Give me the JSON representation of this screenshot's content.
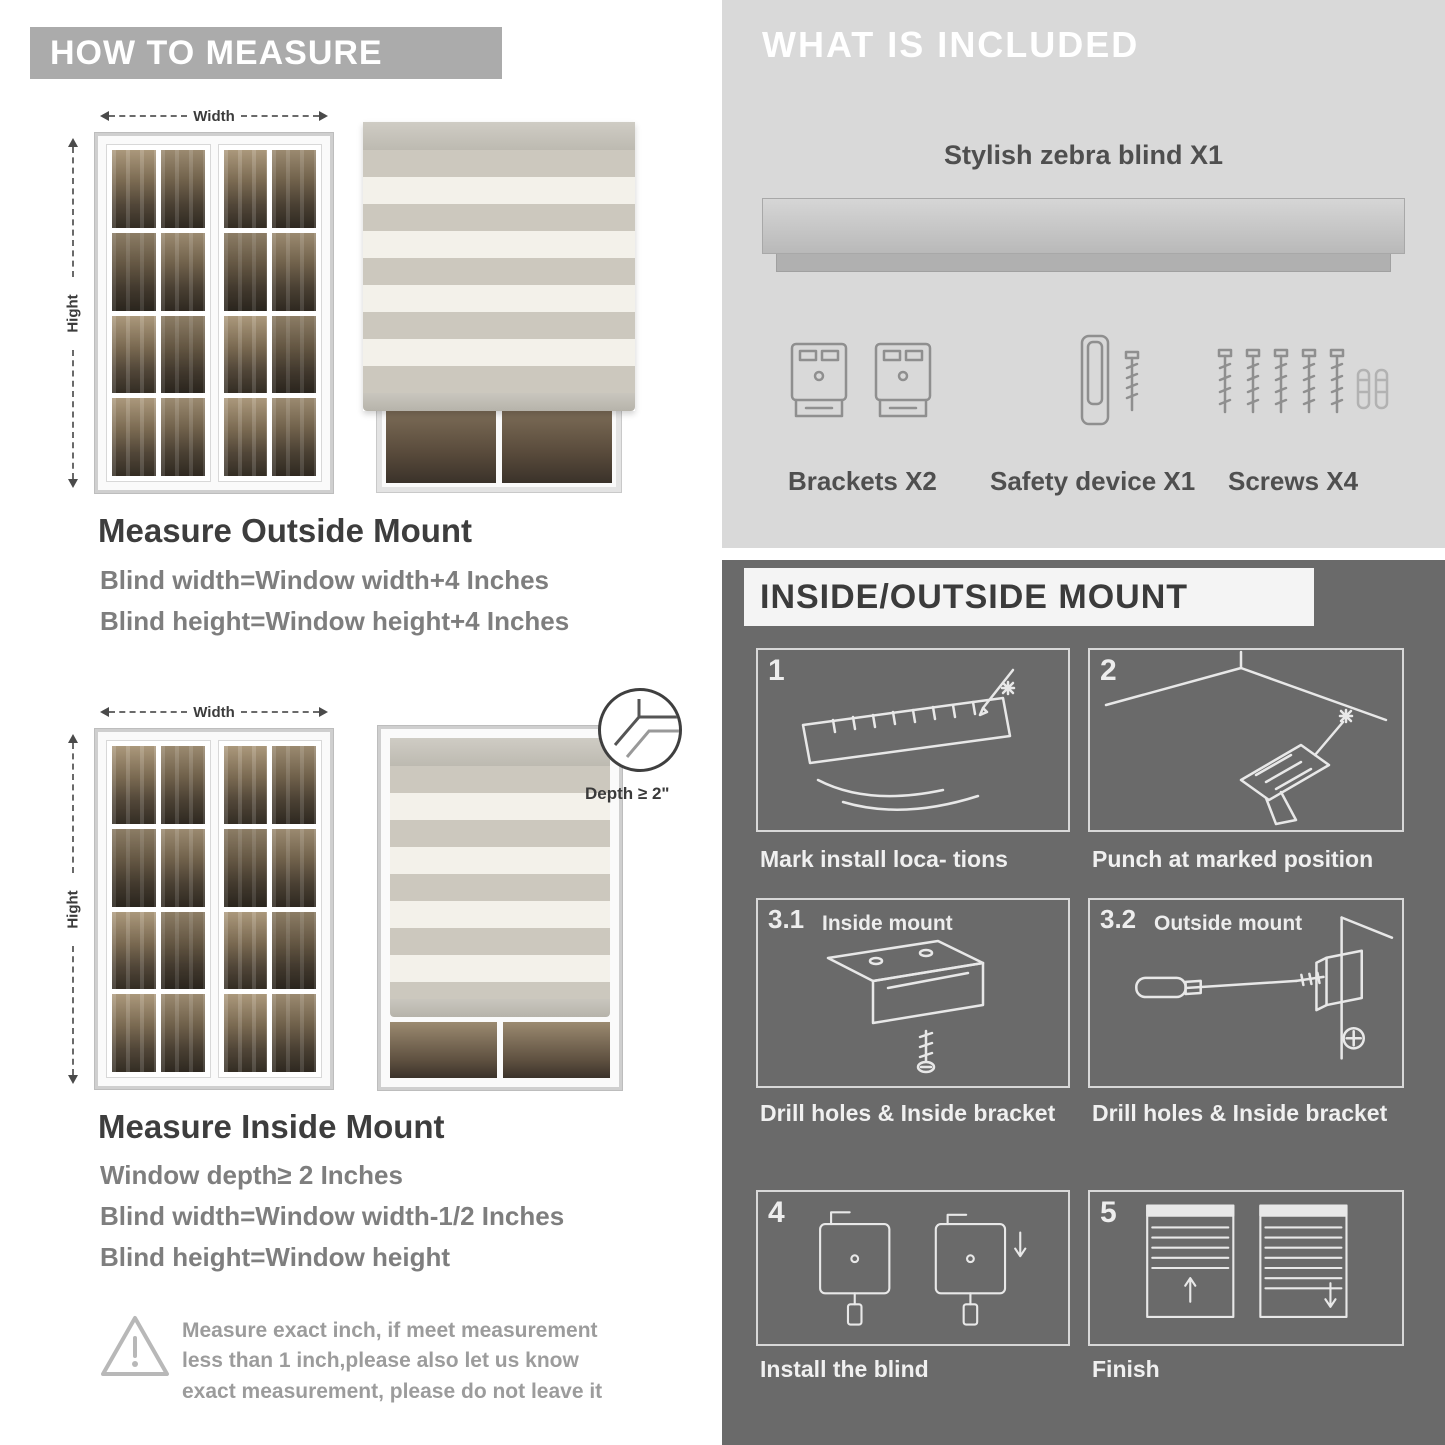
{
  "left": {
    "header": "HOW TO MEASURE",
    "outside": {
      "width_label": "Width",
      "height_label": "Hight",
      "heading": "Measure Outside Mount",
      "line1": "Blind width=Window width+4 Inches",
      "line2": "Blind height=Window height+4 Inches"
    },
    "inside": {
      "width_label": "Width",
      "height_label": "Hight",
      "depth_label": "Depth ≥ 2\"",
      "heading": "Measure Inside Mount",
      "line1": "Window depth≥ 2 Inches",
      "line2": "Blind width=Window width-1/2 Inches",
      "line3": "Blind height=Window height"
    },
    "warning": "Measure exact inch, if meet measurement less than 1 inch,please also let us know exact measurement, please do not leave it"
  },
  "right": {
    "included": {
      "header": "WHAT IS INCLUDED",
      "blind_label": "Stylish zebra blind X1",
      "items": [
        {
          "label": "Brackets X2"
        },
        {
          "label": "Safety device X1"
        },
        {
          "label": "Screws X4"
        }
      ]
    },
    "mount": {
      "header": "INSIDE/OUTSIDE MOUNT",
      "steps": [
        {
          "num": "1",
          "caption": "Mark install loca- tions"
        },
        {
          "num": "2",
          "caption": "Punch at  marked position"
        },
        {
          "num": "3.1",
          "title": "Inside mount",
          "caption": "Drill holes &  Inside bracket"
        },
        {
          "num": "3.2",
          "title": "Outside mount",
          "caption": "Drill holes &  Inside bracket"
        },
        {
          "num": "4",
          "caption": "Install the blind"
        },
        {
          "num": "5",
          "caption": "Finish"
        }
      ]
    }
  },
  "colors": {
    "header_bar": "#ababab",
    "panel_light": "#d9d9d9",
    "panel_dark": "#6a6a6a",
    "heading_text": "#3d3d3d",
    "sub_text": "#7e7e7e",
    "caption_text": "#f0f0f0"
  }
}
